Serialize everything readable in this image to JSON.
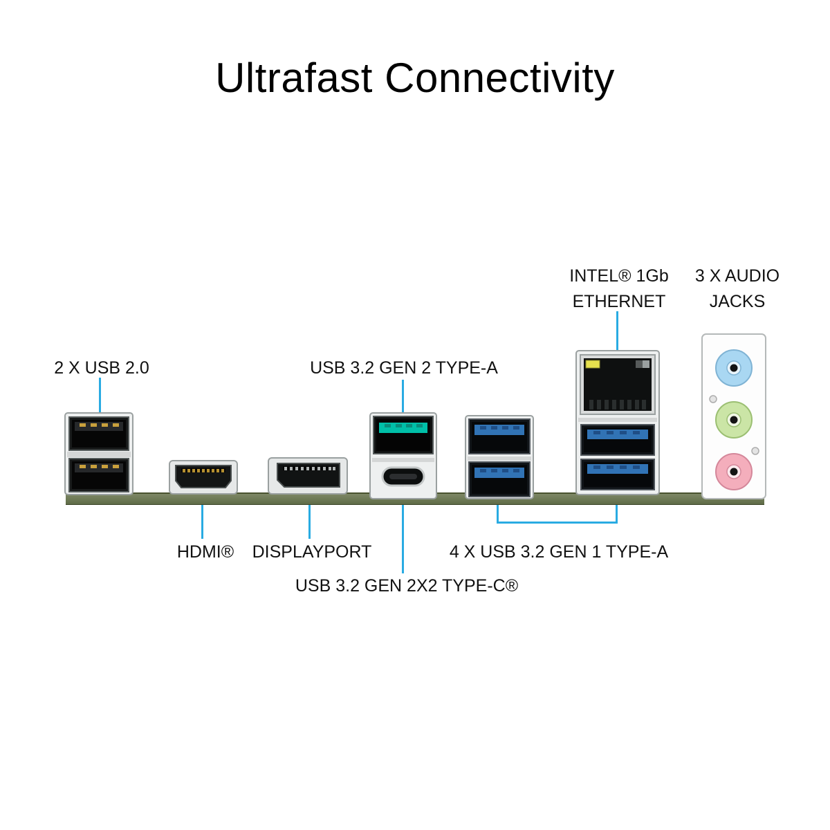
{
  "title": "Ultrafast Connectivity",
  "labels": {
    "usb2": "2 X USB 2.0",
    "usb32_gen2_typea": "USB 3.2 GEN 2 TYPE-A",
    "ethernet_line1": "INTEL® 1Gb",
    "ethernet_line2": "ETHERNET",
    "audio_line1": "3 X AUDIO",
    "audio_line2": "JACKS",
    "hdmi": "HDMI®",
    "displayport": "DISPLAYPORT",
    "usb32_typec": "USB 3.2 GEN 2X2 TYPE-C®",
    "usb32_gen1": "4 X USB 3.2 GEN 1 TYPE-A"
  },
  "colors": {
    "leader": "#29abe2",
    "teal_usb": "#00bfa8",
    "blue_usb": "#3173b5",
    "pcb": "#5f6b47",
    "audio_blue": "#a9d7f2",
    "audio_green": "#cbe5a6",
    "audio_pink": "#f4aebc",
    "led_yellow": "#e6e14e"
  },
  "icons": {
    "usb2_ports": "dual black USB 2.0 stack",
    "hdmi_port": "HDMI connector",
    "displayport_port": "DisplayPort connector",
    "usb32_gen2_port": "teal USB Type-A over USB Type-C",
    "usb3_ports": "dual blue USB 3.2 stack",
    "ethernet_port": "RJ45 LAN over dual blue USB",
    "audio_jacks": "blue, green, pink 3.5mm jacks"
  }
}
